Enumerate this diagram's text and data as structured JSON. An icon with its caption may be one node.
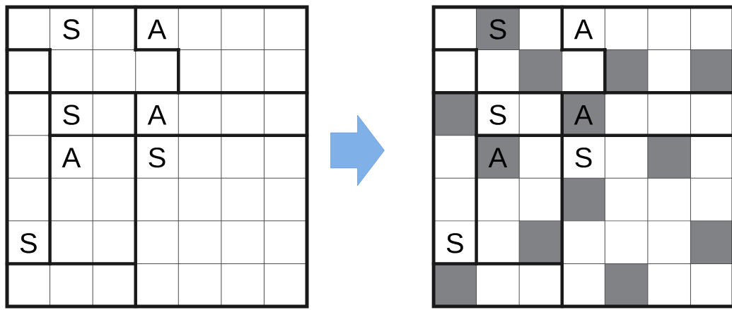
{
  "diagram": {
    "nodes": [
      {
        "text": [],
        "shape": "grid"
      },
      {
        "text": [],
        "shape": "grid"
      }
    ],
    "edges": [
      {
        "from": 0,
        "to": 1,
        "arrow": "to"
      }
    ],
    "labels": [
      "S",
      "A",
      "S",
      "A",
      "A",
      "S",
      "S",
      "S",
      "A",
      "S",
      "A",
      "A",
      "S",
      "S"
    ]
  }
}
